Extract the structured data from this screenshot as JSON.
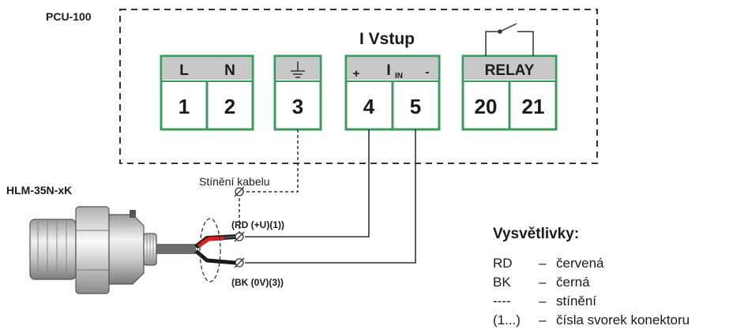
{
  "unit_label": "PCU-100",
  "sensor_label": "HLM-35N-xK",
  "input_title": "I Vstup",
  "terminal_blocks": [
    {
      "headers": [
        "L",
        "N"
      ],
      "numbers": [
        "1",
        "2"
      ]
    },
    {
      "headers": [
        "ground-icon"
      ],
      "numbers": [
        "3"
      ]
    },
    {
      "headers": [
        "+",
        "I",
        "IN",
        "-"
      ],
      "numbers": [
        "4",
        "5"
      ]
    },
    {
      "headers": [
        "RELAY"
      ],
      "numbers": [
        "20",
        "21"
      ]
    }
  ],
  "wires": {
    "shield_label": "Stínění kabelu",
    "red_label": "(RD (+U)(1))",
    "black_label": "(BK (0V)(3))"
  },
  "legend": {
    "title": "Vysvětlivky:",
    "items": [
      {
        "key": "RD",
        "value": "červená"
      },
      {
        "key": "BK",
        "value": "černá"
      },
      {
        "key": "----",
        "value": "stínění"
      },
      {
        "key": "(1...)",
        "value": "čísla svorek konektoru"
      }
    ]
  },
  "colors": {
    "terminal_border": "#3c9a5c",
    "terminal_header": "#c8c8c8",
    "red_wire": "#e02020",
    "black_wire": "#222222",
    "cable": "#6d6d6d"
  }
}
